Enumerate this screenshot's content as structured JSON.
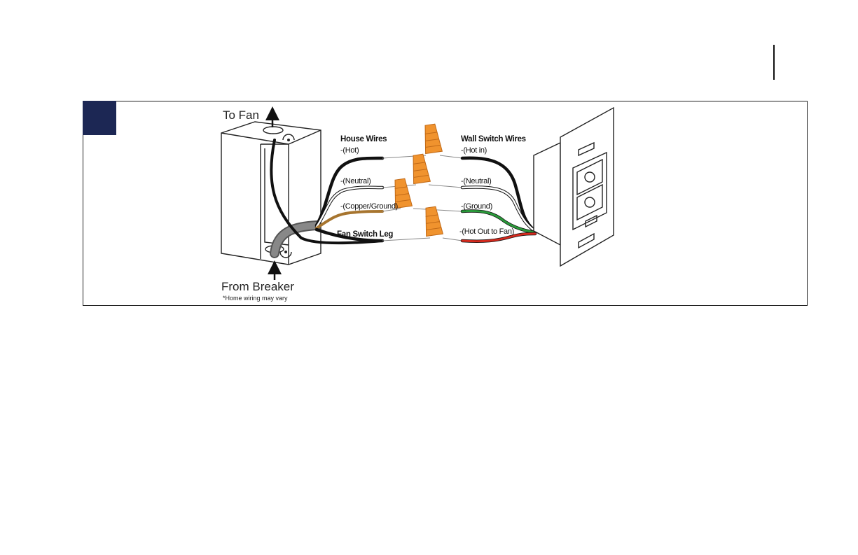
{
  "colors": {
    "badge": "#1c2754",
    "nut": "#f0932e",
    "nut_shadow": "#c26a17",
    "hot": "#111111",
    "copper": "#a7752f",
    "ground": "#2a9a3a",
    "red": "#d42a1e",
    "cable": "#777777"
  },
  "labels": {
    "to_fan": "To Fan",
    "from_breaker": "From Breaker",
    "footnote": "*Home wiring may vary"
  },
  "house_wires": {
    "title": "House Wires",
    "hot": "-(Hot)",
    "neutral": "-(Neutral)",
    "ground": "-(Copper/Ground)",
    "fan_leg": "Fan Switch Leg"
  },
  "switch_wires": {
    "title": "Wall Switch Wires",
    "hot": "-(Hot in)",
    "neutral": "-(Neutral)",
    "ground": "-(Ground)",
    "out": "-(Hot Out to Fan)"
  }
}
